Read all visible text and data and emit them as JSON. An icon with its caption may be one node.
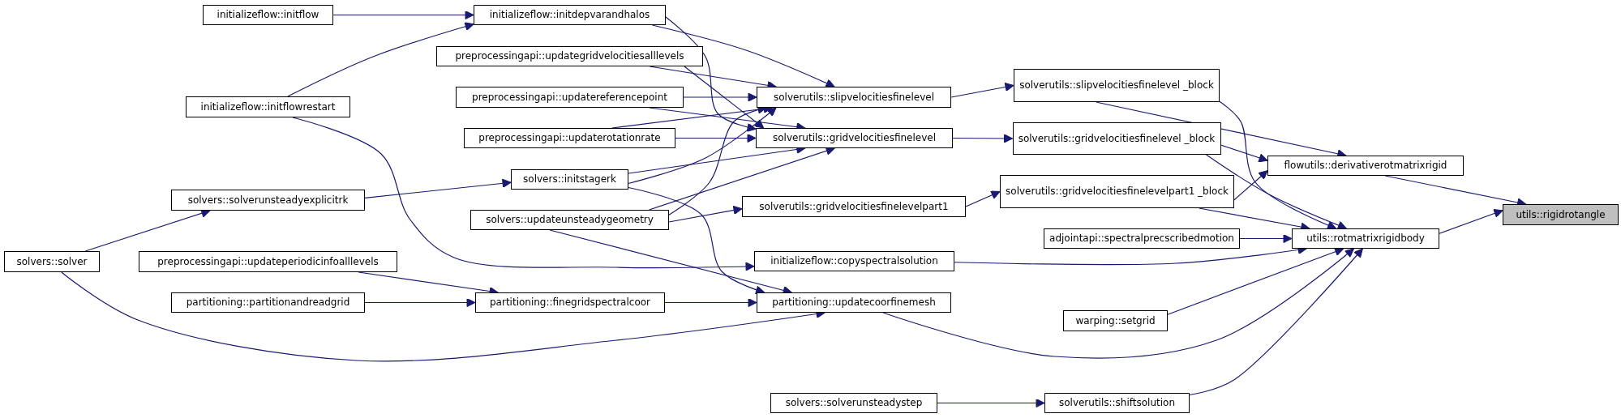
{
  "diagram": {
    "nodes": [
      {
        "text": [
          "solvers::solver"
        ]
      },
      {
        "text": [
          "initializeflow::initflow"
        ]
      },
      {
        "text": [
          "initializeflow::initflowrestart"
        ]
      },
      {
        "text": [
          "solvers::solverunsteadyexplicitrk"
        ]
      },
      {
        "text": [
          "preprocessingapi::updateperiodicinfoalllevels"
        ]
      },
      {
        "text": [
          "partitioning::partitionandreadgrid"
        ]
      },
      {
        "text": [
          "initializeflow::initdepvarandhalos"
        ]
      },
      {
        "text": [
          "preprocessingapi::updategridvelocitiesalllevels"
        ]
      },
      {
        "text": [
          "preprocessingapi::updatereferencepoint"
        ]
      },
      {
        "text": [
          "preprocessingapi::updaterotationrate"
        ]
      },
      {
        "text": [
          "solvers::initstagerk"
        ]
      },
      {
        "text": [
          "solvers::updateunsteadygeometry"
        ]
      },
      {
        "text": [
          "partitioning::finegridspectralcoor"
        ]
      },
      {
        "text": [
          "solverutils::slipvelocitiesfinelevel"
        ]
      },
      {
        "text": [
          "solverutils::gridvelocitiesfinelevel"
        ]
      },
      {
        "text": [
          "solverutils::gridvelocitiesfinelevelpart1"
        ]
      },
      {
        "text": [
          "initializeflow::copyspectralsolution"
        ]
      },
      {
        "text": [
          "partitioning::updatecoorfinemesh"
        ]
      },
      {
        "text": [
          "solvers::solverunsteadystep"
        ]
      },
      {
        "text": [
          "solverutils::slipvelocitiesfinelevel _block"
        ]
      },
      {
        "text": [
          "solverutils::gridvelocitiesfinelevel _block"
        ]
      },
      {
        "text": [
          "solverutils::gridvelocitiesfinelevelpart1 _block"
        ]
      },
      {
        "text": [
          "adjointapi::spectralprecscribedmotion"
        ]
      },
      {
        "text": [
          "warping::setgrid"
        ]
      },
      {
        "text": [
          "solverutils::shiftsolution"
        ]
      },
      {
        "text": [
          "flowutils::derivativerotmatrixrigid"
        ]
      },
      {
        "text": [
          "utils::rotmatrixrigidbody"
        ]
      },
      {
        "text": [
          "utils::rigidrotangle"
        ]
      }
    ],
    "edges": [
      {
        "from": 1,
        "to": 6,
        "arrow": "to"
      },
      {
        "from": 2,
        "to": 6,
        "arrow": "to"
      },
      {
        "from": 2,
        "to": 16,
        "arrow": "to"
      },
      {
        "from": 3,
        "to": 10,
        "arrow": "to"
      },
      {
        "from": 0,
        "to": 3,
        "arrow": "to"
      },
      {
        "from": 0,
        "to": 17,
        "arrow": "to"
      },
      {
        "from": 6,
        "to": 13,
        "arrow": "to"
      },
      {
        "from": 6,
        "to": 14,
        "arrow": "to"
      },
      {
        "from": 7,
        "to": 13,
        "arrow": "to"
      },
      {
        "from": 7,
        "to": 14,
        "arrow": "to"
      },
      {
        "from": 8,
        "to": 13,
        "arrow": "to"
      },
      {
        "from": 8,
        "to": 14,
        "arrow": "to"
      },
      {
        "from": 9,
        "to": 13,
        "arrow": "to"
      },
      {
        "from": 9,
        "to": 14,
        "arrow": "to"
      },
      {
        "from": 10,
        "to": 14,
        "arrow": "to"
      },
      {
        "from": 10,
        "to": 13,
        "arrow": "to"
      },
      {
        "from": 10,
        "to": 17,
        "arrow": "to"
      },
      {
        "from": 11,
        "to": 14,
        "arrow": "to"
      },
      {
        "from": 11,
        "to": 13,
        "arrow": "to"
      },
      {
        "from": 11,
        "to": 15,
        "arrow": "to"
      },
      {
        "from": 11,
        "to": 17,
        "arrow": "to"
      },
      {
        "from": 4,
        "to": 12,
        "arrow": "to"
      },
      {
        "from": 5,
        "to": 12,
        "arrow": "to"
      },
      {
        "from": 12,
        "to": 17,
        "arrow": "to"
      },
      {
        "from": 13,
        "to": 19,
        "arrow": "to"
      },
      {
        "from": 14,
        "to": 20,
        "arrow": "to"
      },
      {
        "from": 15,
        "to": 21,
        "arrow": "to"
      },
      {
        "from": 19,
        "to": 25,
        "arrow": "to"
      },
      {
        "from": 19,
        "to": 26,
        "arrow": "to"
      },
      {
        "from": 20,
        "to": 25,
        "arrow": "to"
      },
      {
        "from": 20,
        "to": 26,
        "arrow": "to"
      },
      {
        "from": 21,
        "to": 25,
        "arrow": "to"
      },
      {
        "from": 21,
        "to": 26,
        "arrow": "to"
      },
      {
        "from": 25,
        "to": 27,
        "arrow": "to"
      },
      {
        "from": 26,
        "to": 27,
        "arrow": "to"
      },
      {
        "from": 22,
        "to": 26,
        "arrow": "to"
      },
      {
        "from": 16,
        "to": 26,
        "arrow": "to"
      },
      {
        "from": 23,
        "to": 26,
        "arrow": "to"
      },
      {
        "from": 17,
        "to": 26,
        "arrow": "to"
      },
      {
        "from": 24,
        "to": 26,
        "arrow": "to"
      },
      {
        "from": 18,
        "to": 24,
        "arrow": "to"
      }
    ]
  }
}
